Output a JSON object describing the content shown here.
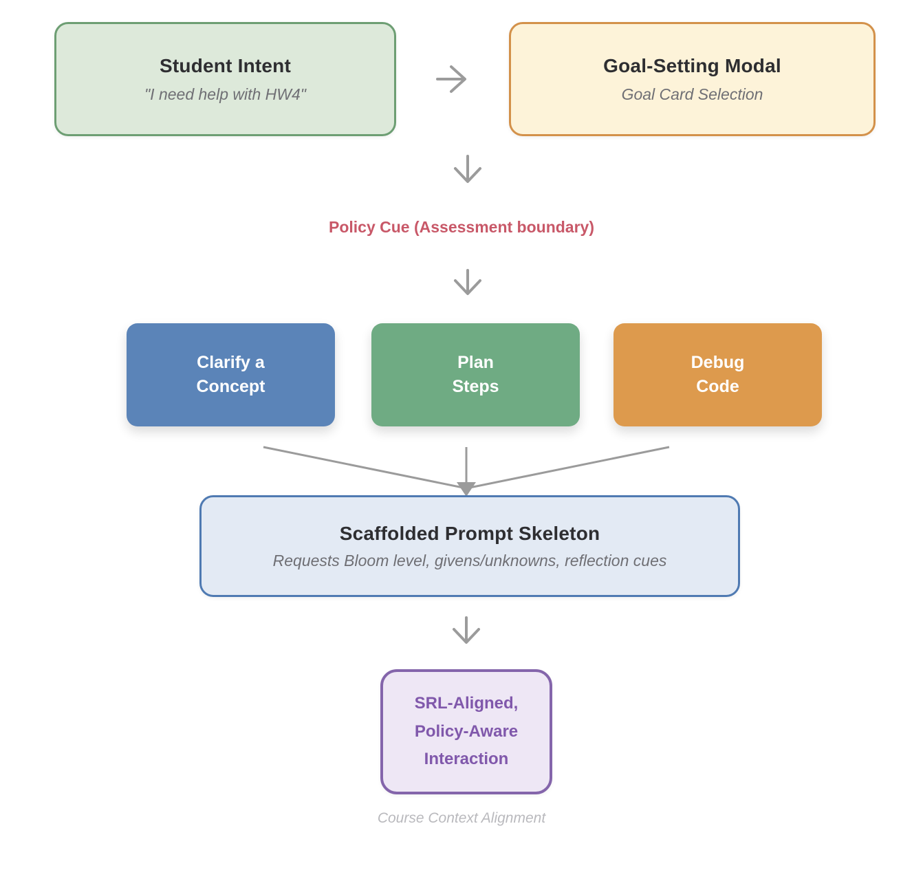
{
  "theme": {
    "background": "#ffffff",
    "arrow": "#9b9b9b",
    "title_text": "#2e2e31",
    "subtitle_text": "#6f6f74",
    "policy_red": "#c85868",
    "student_fill": "#dde9da",
    "student_border": "#6d9e73",
    "goal_fill": "#fdf3d9",
    "goal_border": "#d3914a",
    "card_blue": "#5b84b8",
    "card_green": "#6fab83",
    "card_orange": "#dd9a4d",
    "card_text": "#ffffff",
    "skeleton_fill": "#e3eaf4",
    "skeleton_border": "#4f7ab2",
    "outcome_fill": "#eee7f5",
    "outcome_border": "#8465ab",
    "outcome_text": "#8058ab",
    "caption_gray": "#b9b9bd"
  },
  "flow": {
    "student_intent": {
      "title": "Student Intent",
      "subtitle": "\"I need help with HW4\""
    },
    "goal_setting_modal": {
      "title": "Goal-Setting Modal",
      "subtitle": "Goal Card Selection"
    },
    "policy_cue": {
      "label": "Policy Cue (Assessment boundary)"
    },
    "goal_cards": [
      {
        "label": "Clarify a\nConcept"
      },
      {
        "label": "Plan\nSteps"
      },
      {
        "label": "Debug\nCode"
      }
    ],
    "prompt_skeleton": {
      "title": "Scaffolded Prompt Skeleton",
      "subtitle": "Requests Bloom level, givens/unknowns, reflection cues"
    },
    "outcome": {
      "label": "SRL-Aligned,\nPolicy-Aware\nInteraction"
    },
    "caption": "Course Context Alignment"
  }
}
